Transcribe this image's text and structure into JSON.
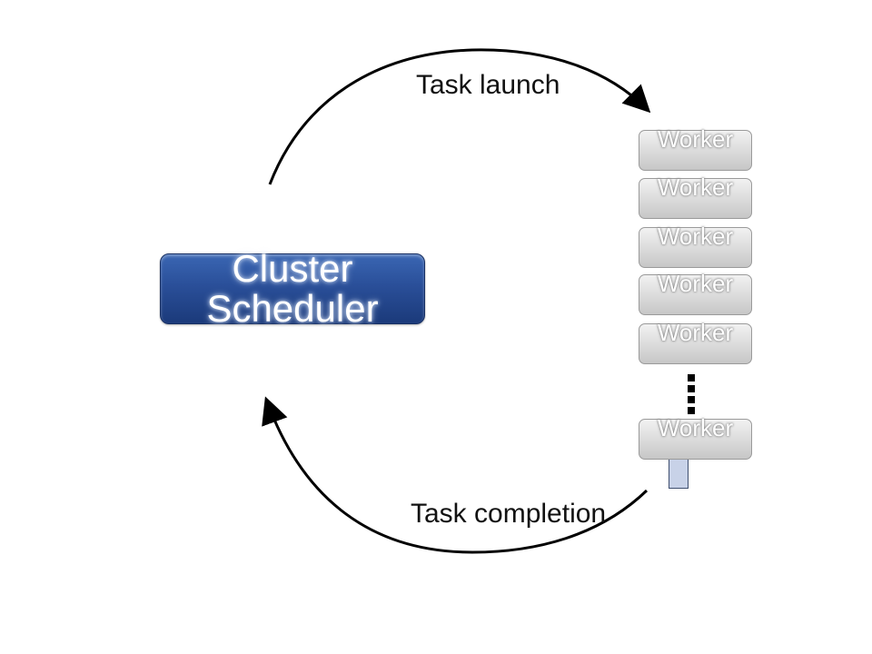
{
  "scheduler": {
    "label": "Cluster Scheduler"
  },
  "labels": {
    "launch": "Task launch",
    "completion": "Task completion"
  },
  "workers": [
    {
      "label": "Worker"
    },
    {
      "label": "Worker"
    },
    {
      "label": "Worker"
    },
    {
      "label": "Worker"
    },
    {
      "label": "Worker"
    },
    {
      "label": "Worker"
    }
  ],
  "colors": {
    "scheduler": "#2a4f99",
    "worker": "#d9d9d9",
    "task_chip": "#c8d2e8",
    "arrow": "#000000"
  }
}
